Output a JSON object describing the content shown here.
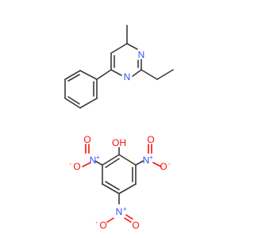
{
  "colors": {
    "bond": "#3a3a3a",
    "carbon": "#3a3a3a",
    "nitrogen": "#3050f8",
    "oxygen": "#ff0d0d"
  },
  "molecule_1": {
    "atoms": {
      "n1": "N",
      "n3": "N"
    }
  },
  "molecule_2": {
    "atoms": {
      "oh": "OH",
      "nitro_left": "N",
      "nitro_left_charge": "+",
      "nitro_left_o": "O",
      "nitro_left_o_charge": "-",
      "nitro_left_o2": "O",
      "nitro_right": "N",
      "nitro_right_charge": "+",
      "nitro_right_o": "O",
      "nitro_right_o_charge": "-",
      "nitro_right_o2": "O",
      "nitro_bottom": "N",
      "nitro_bottom_charge": "+",
      "nitro_bottom_o": "O",
      "nitro_bottom_o_charge": "-",
      "nitro_bottom_o2": "O"
    }
  }
}
